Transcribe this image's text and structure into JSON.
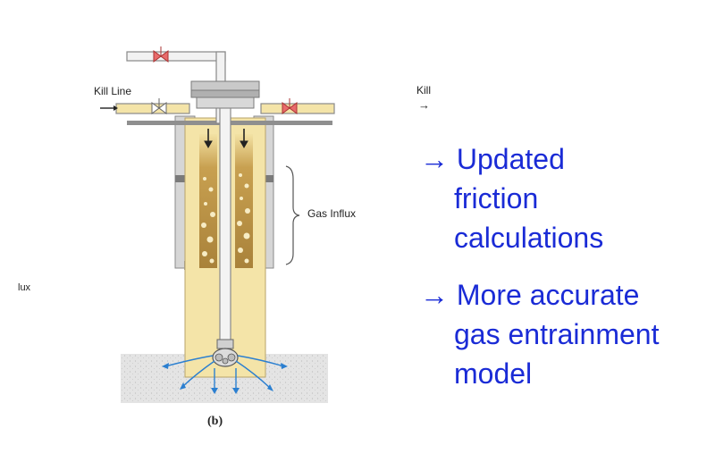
{
  "labels": {
    "kill_line": "Kill Line",
    "kill": "Kill",
    "kill_arrow": "→",
    "gas_influx": "Gas Influx",
    "influx_fragment": "lux",
    "caption": "(b)"
  },
  "bullets": [
    {
      "lines": [
        "→ Updated",
        "friction",
        "calculations"
      ]
    },
    {
      "lines": [
        "→ More accurate",
        "gas entrainment",
        "model"
      ]
    }
  ],
  "colors": {
    "mud": "#f4e4a8",
    "gas_column": "#b48a3c",
    "valve_red": "#e05050",
    "casing_gray": "#c8c8c8",
    "formation": "#e2e2e2",
    "flow_arrow": "#2b7fd0",
    "bullet_text": "#1a2bd6"
  }
}
